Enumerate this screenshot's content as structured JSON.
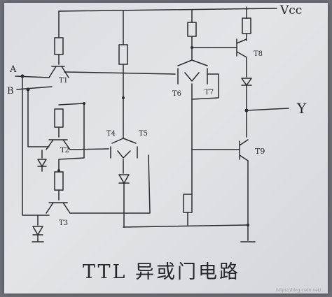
{
  "diagram": {
    "supply_label": "Vcc",
    "output_label": "Y",
    "input_a_label": "A",
    "input_b_label": "B",
    "transistors": {
      "t1": "T1",
      "t2": "T2",
      "t3": "T3",
      "t4": "T4",
      "t5": "T5",
      "t6": "T6",
      "t7": "T7",
      "t8": "T8",
      "t9": "T9"
    },
    "caption": "TTL 异或门电路",
    "watermark": "https://blog.csdn.net/..."
  },
  "colors": {
    "ink": "#2a2b2f",
    "paper": "#e0e1e5",
    "background": "#6e7078"
  }
}
